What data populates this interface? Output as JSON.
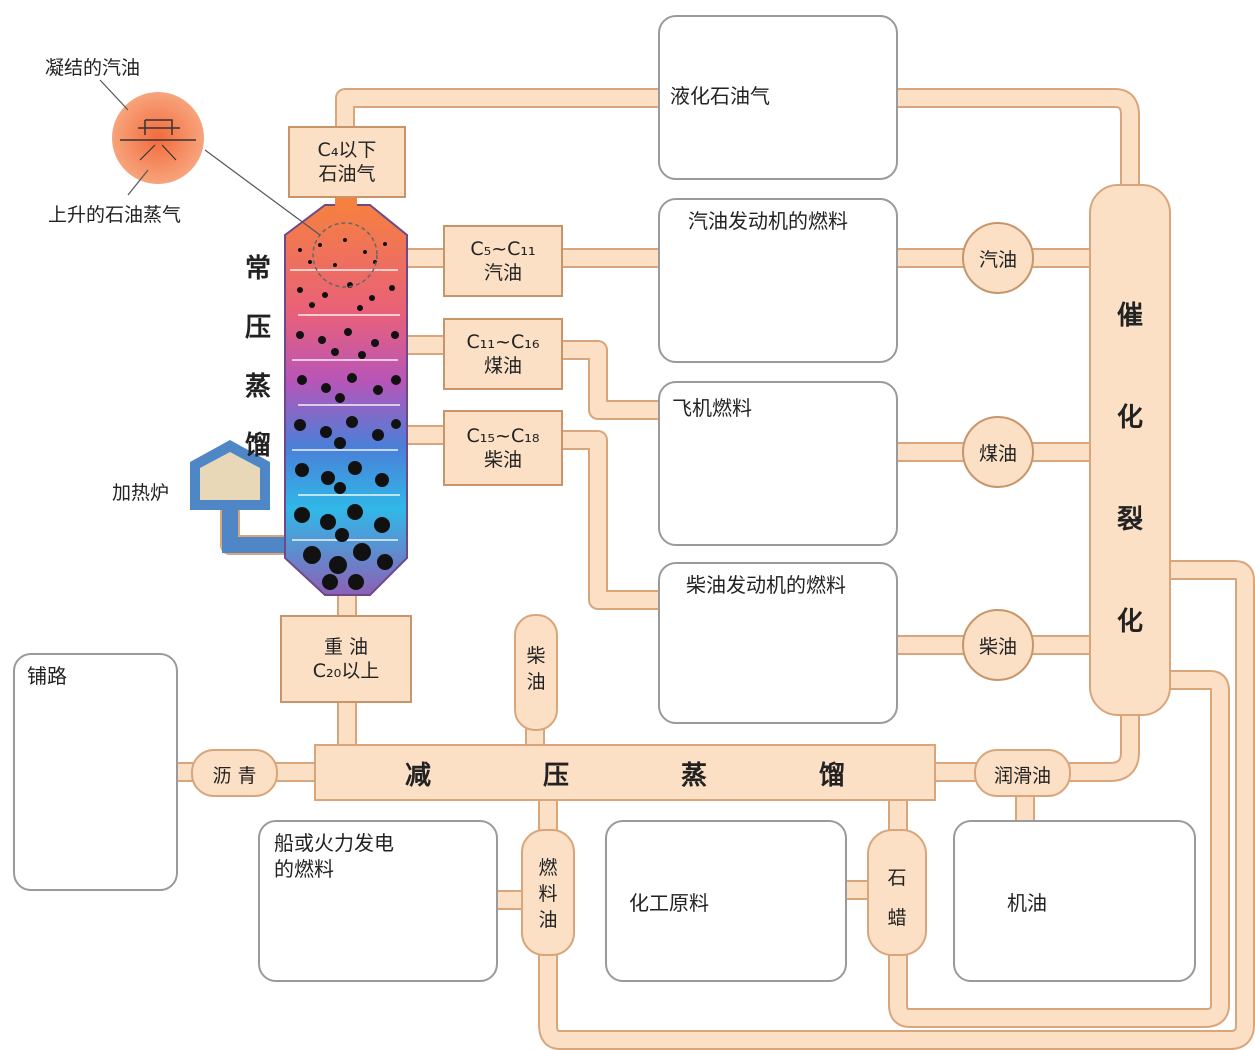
{
  "colors": {
    "pipe": "#fbe0c6",
    "pipe_stroke": "#d9a67c",
    "panel_border": "#9a9a9a",
    "tower_top": "#f07a3a",
    "tower_mid": "#b44db0",
    "tower_low": "#2eb0e0",
    "tower_bottom": "#8a63b8"
  },
  "annotations": {
    "condensed_gasoline": "凝结的汽油",
    "rising_vapor": "上升的石油蒸气",
    "heater": "加热炉"
  },
  "atmospheric_distillation": [
    "常",
    "压",
    "蒸",
    "馏"
  ],
  "fractions": {
    "c4": {
      "line1": "C₄以下",
      "line2": "石油气"
    },
    "c5": {
      "line1": "C₅~C₁₁",
      "line2": "汽油"
    },
    "c11": {
      "line1": "C₁₁~C₁₆",
      "line2": "煤油"
    },
    "c15": {
      "line1": "C₁₅~C₁₈",
      "line2": "柴油"
    },
    "heavy": {
      "line1": "重 油",
      "line2": "C₂₀以上"
    }
  },
  "products": {
    "lpg": "液化石油气",
    "car_fuel": "汽油发动机的燃料",
    "jet_fuel": "飞机燃料",
    "diesel_fuel": "柴油发动机的燃料",
    "paving": "铺路",
    "ship_fuel": "船或火力发电\n的燃料",
    "chemical": "化工原料",
    "engine_oil": "机油"
  },
  "icons": [
    "gas-cylinder-icon",
    "car-icon",
    "airplane-icon",
    "train-icon",
    "road-icon",
    "ship-icon",
    "bottle-icon",
    "oil-pour-icon"
  ],
  "cracking_circles": {
    "gasoline": "汽油",
    "kerosene": "煤油",
    "diesel": "柴油"
  },
  "catalytic_cracking": [
    "催",
    "化",
    "裂",
    "化"
  ],
  "vacuum_distillation": [
    "减",
    "压",
    "蒸",
    "馏"
  ],
  "vacuum_products": {
    "asphalt": "沥 青",
    "diesel_v": [
      "柴",
      "油"
    ],
    "lubricant": "润滑油",
    "fuel_oil": [
      "燃",
      "料",
      "油"
    ],
    "wax": [
      "石",
      "蜡"
    ]
  }
}
